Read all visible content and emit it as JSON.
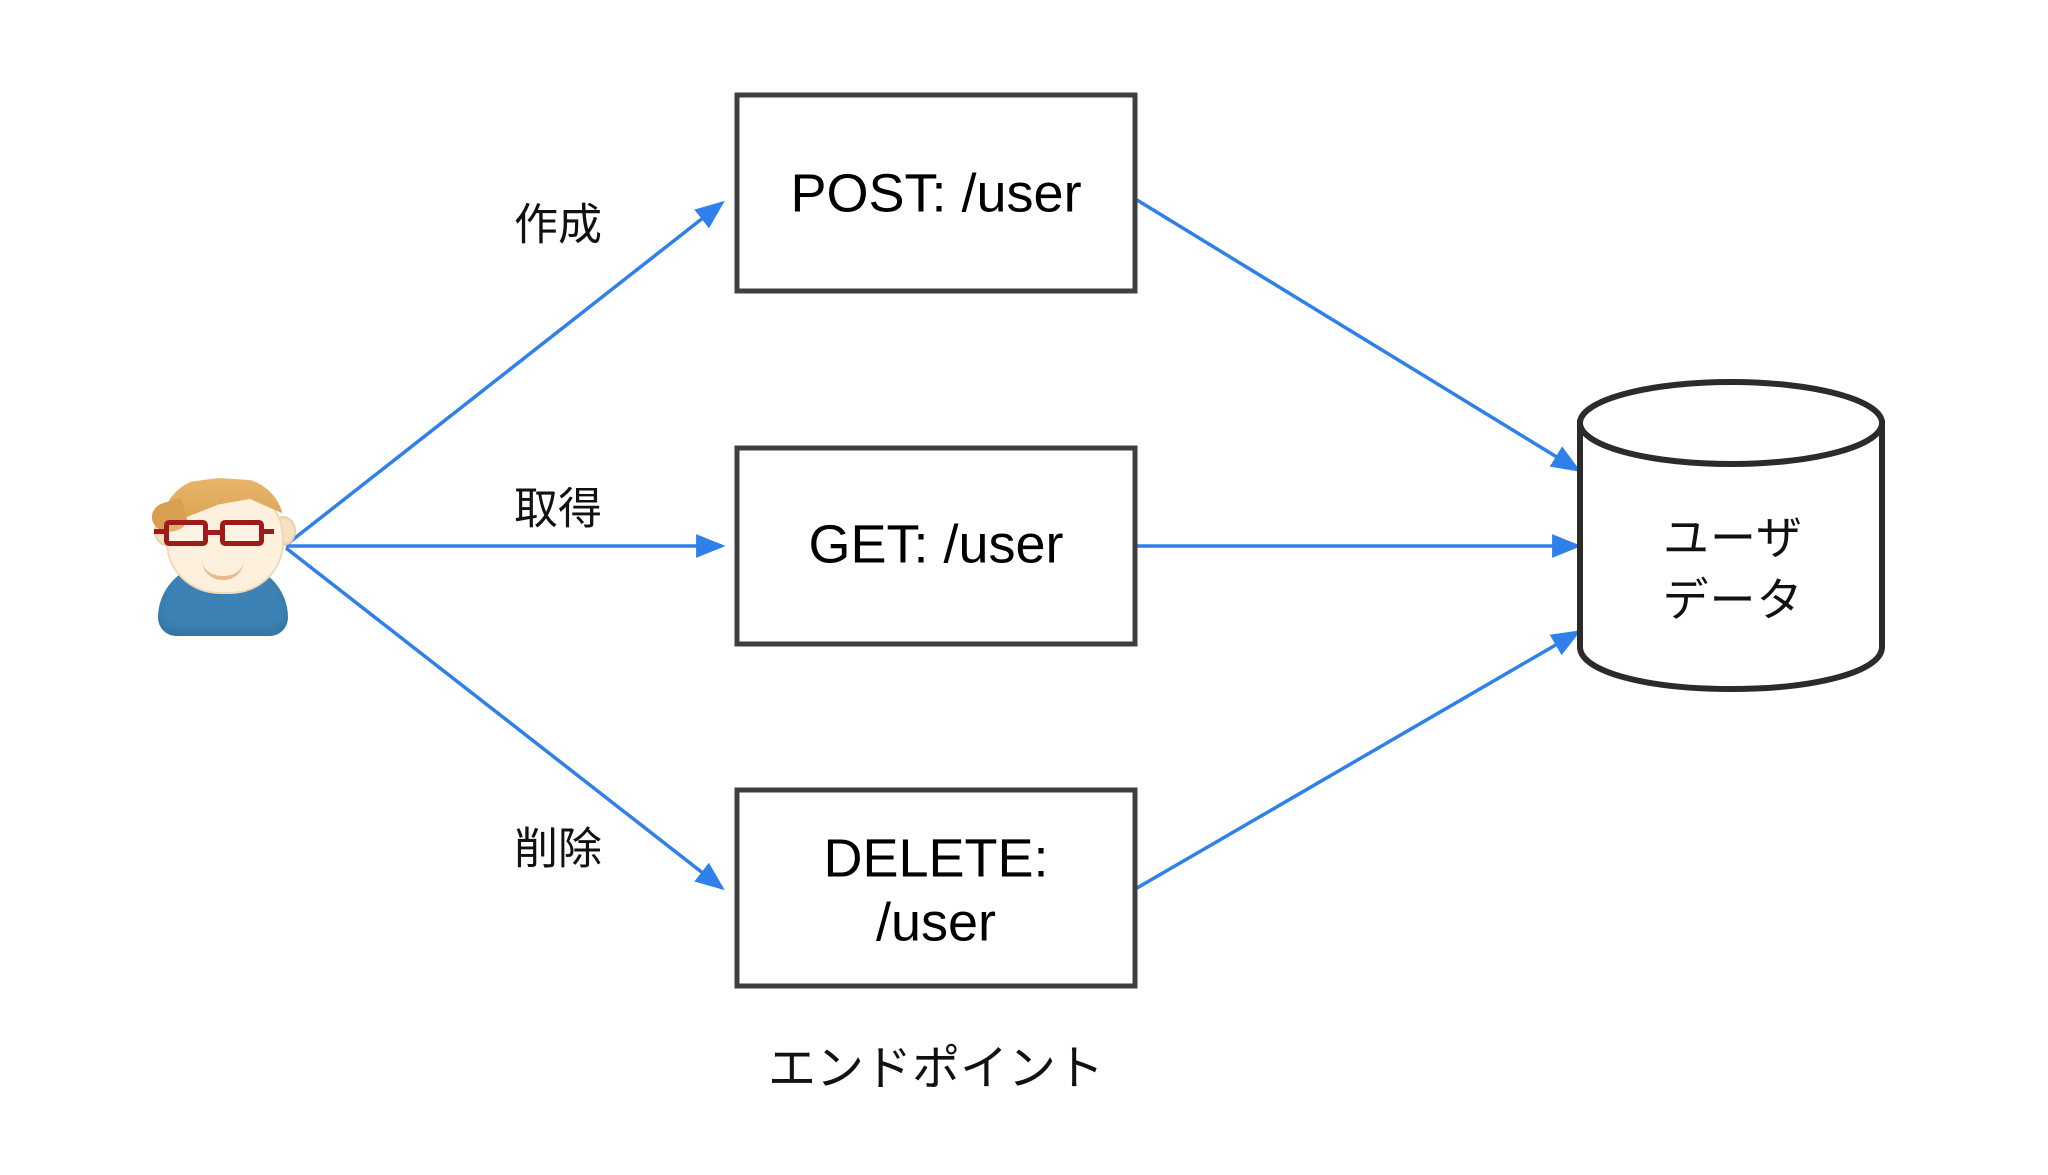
{
  "diagram": {
    "title": "API endpoint to user data flow",
    "background_color": "#ffffff",
    "accent_color": "#2f80ea",
    "box_border_color": "#3f3f3f",
    "cylinder_border_color": "#2b2b2b",
    "actor": {
      "name": "user-actor",
      "icon": "person-with-glasses-icon",
      "hair_color": "#d79f4f",
      "glasses_color": "#9e1b1b",
      "shirt_color": "#3d82b5"
    },
    "endpoints": [
      {
        "id": "post",
        "line1": "POST: /user",
        "line2": ""
      },
      {
        "id": "get",
        "line1": "GET: /user",
        "line2": ""
      },
      {
        "id": "delete",
        "line1": "DELETE:",
        "line2": "/user"
      }
    ],
    "edge_labels": [
      {
        "id": "create",
        "text": "作成"
      },
      {
        "id": "retrieve",
        "text": "取得"
      },
      {
        "id": "delete",
        "text": "削除"
      }
    ],
    "datastore": {
      "name": "user-data-store",
      "line1": "ユーザ",
      "line2": "データ"
    },
    "caption": "エンドポイント"
  }
}
